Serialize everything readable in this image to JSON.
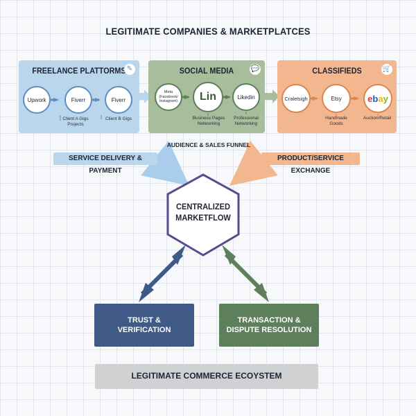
{
  "title": "LEGITIMATE COMPANIES & MARKETPLATCES",
  "panels": {
    "freelance": {
      "title": "FREELANCE PLATTORMS",
      "icon": "pencil-icon",
      "nodes": [
        "Upwork",
        "Fiverr",
        "Fiverr"
      ],
      "captions": [
        "Client A Gigs\nProjects",
        "Client B Gigs"
      ]
    },
    "social": {
      "title": "SOCIAL MEDIA",
      "icon": "chat-bubble-icon",
      "nodes": [
        "Meta\n(Facebook/\nInstagram)",
        "Lin",
        "Likedin"
      ],
      "captions": [
        "Business Pages\nNetworking",
        "Professional\nNetworking"
      ]
    },
    "classifieds": {
      "title": "CLASSIFIEDS",
      "icon": "shopping-cart-icon",
      "nodes": [
        "Cralelsigh",
        "Etsy",
        "ebay"
      ],
      "captions": [
        "Handmade\nGoods",
        "Auction/Retail"
      ]
    }
  },
  "funnel_label": "AUDIENCE & SALES FUNNEL",
  "left_tag": "SERVICE DELIVERY & PAYMENT",
  "right_tag": "PRODUCT/SERVICE EXCHANGE",
  "center": "CENTRALIZED\nMARKETFLOW",
  "trust_box": "TRUST &\nVERIFICATION",
  "transaction_box": "TRANSACTION &\nDISPUTE RESOLUTION",
  "ecosystem": "LEGITIMATE COMMERCE ECOYSTEM",
  "colors": {
    "freelance_bg": "#b9d6ec",
    "freelance_stroke": "#5b8fc0",
    "social_bg": "#a7bd9c",
    "social_stroke": "#5e7f58",
    "classifieds_bg": "#f2b78f",
    "classifieds_stroke": "#d9864f",
    "hexagon_stroke": "#5b4a8f",
    "trust_bg": "#3f5a87",
    "transaction_bg": "#5e7f5b",
    "ecosystem_bg": "#cfd1d3",
    "ebay_red": "#e53238",
    "ebay_blue": "#0064d2",
    "ebay_yellow": "#f5af02",
    "ebay_green": "#86b817"
  }
}
